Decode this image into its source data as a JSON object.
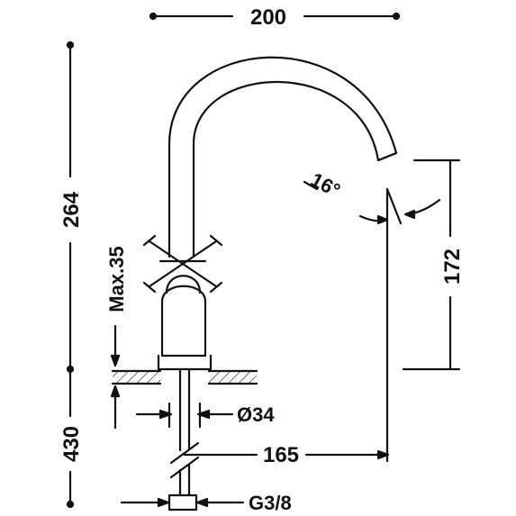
{
  "dimensions": {
    "width_label": "200",
    "height_label": "264",
    "max_label": "Max.35",
    "spout_height_label": "172",
    "angle_label": "16°",
    "diameter_label": "Ø34",
    "reach_label": "165",
    "below_label": "430",
    "thread_label": "G3/8"
  }
}
